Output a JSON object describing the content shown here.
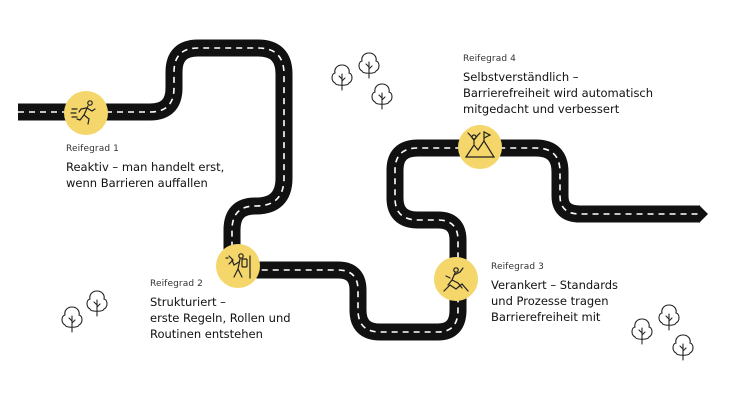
{
  "colors": {
    "road": "#111111",
    "dash": "#ffffff",
    "marker": "#f5d66a",
    "tree": "#222222"
  },
  "stages": [
    {
      "level": "Reifegrad 1",
      "description": "Reaktiv – man handelt erst,\nwenn Barrieren auffallen",
      "icon": "running-person-icon"
    },
    {
      "level": "Reifegrad 2",
      "description": "Strukturiert –\nerste Regeln, Rollen und\nRoutinen entstehen",
      "icon": "hiker-icon"
    },
    {
      "level": "Reifegrad 3",
      "description": "Verankert – Standards\nund Prozesse tragen\nBarrierefreiheit mit",
      "icon": "climber-icon"
    },
    {
      "level": "Reifegrad 4",
      "description": "Selbstverständlich –\nBarrierefreiheit wird automatisch\nmitgedacht und verbessert",
      "icon": "summit-flag-icon"
    }
  ]
}
